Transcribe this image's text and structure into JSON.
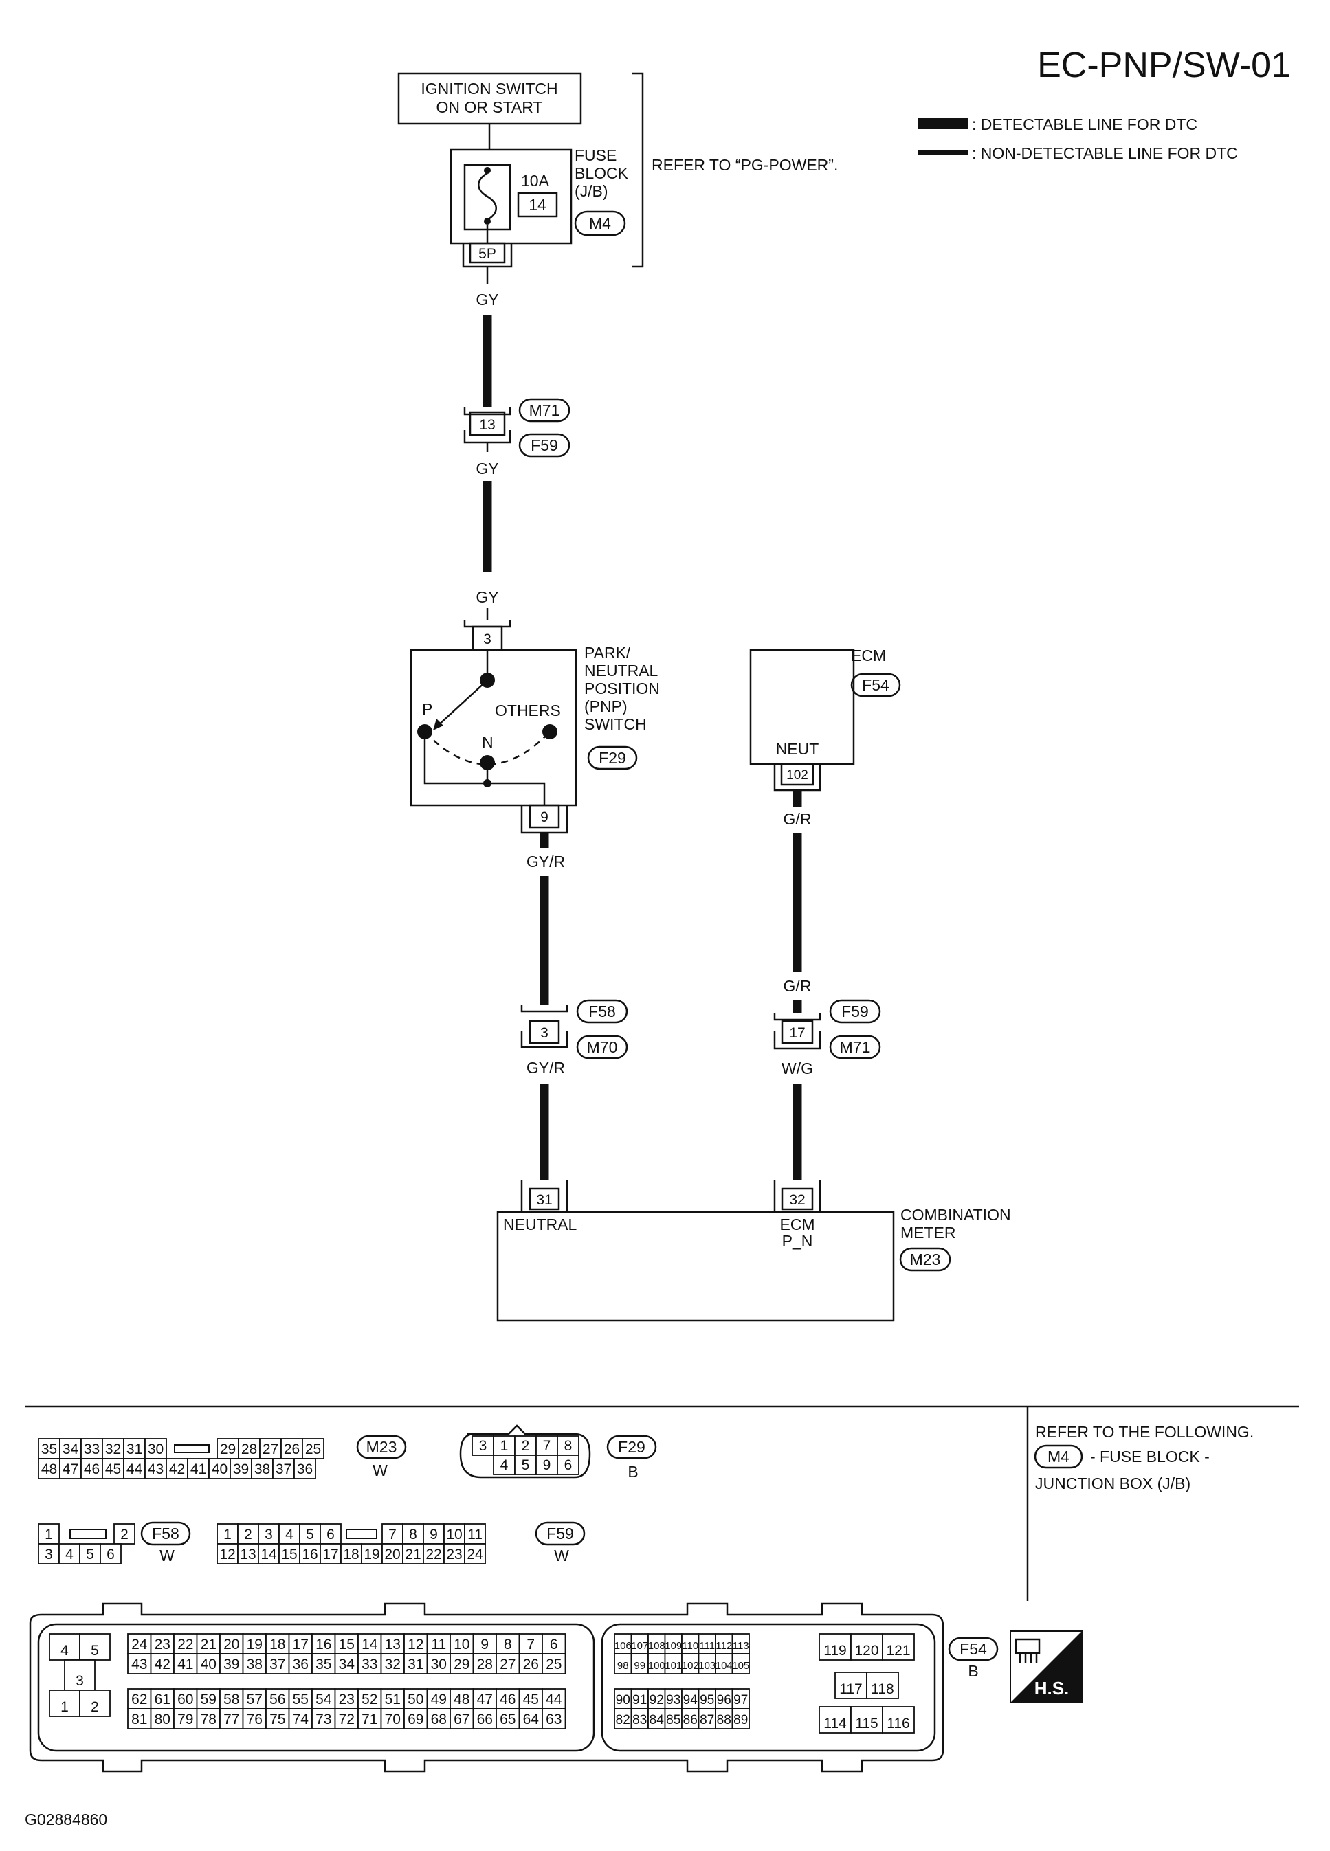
{
  "page_code": "EC-PNP/SW-01",
  "figure_id": "G02884860",
  "legend": {
    "detectable": ": DETECTABLE LINE FOR DTC",
    "non_detectable": ": NON-DETECTABLE LINE FOR DTC"
  },
  "ignition": {
    "line1": "IGNITION SWITCH",
    "line2": "ON OR START"
  },
  "fuse": {
    "l1": "FUSE",
    "l2": "BLOCK",
    "l3": "(J/B)",
    "amp": "10A",
    "number": "14",
    "connector": "M4",
    "pin": "5P",
    "refer": "REFER TO “PG-POWER”."
  },
  "wires": {
    "gy_a": "GY",
    "gy_b": "GY",
    "gy_c": "GY",
    "gyr_a": "GY/R",
    "gyr_b": "GY/R",
    "gr_a": "G/R",
    "gr_b": "G/R",
    "wg": "W/G"
  },
  "conn13": {
    "pin": "13",
    "top": "M71",
    "bottom": "F59"
  },
  "pnp": {
    "l1": "PARK/",
    "l2": "NEUTRAL",
    "l3": "POSITION",
    "l4": "(PNP)",
    "l5": "SWITCH",
    "connector": "F29",
    "pin_in": "3",
    "pin_out": "9",
    "p": "P",
    "n": "N",
    "others": "OTHERS"
  },
  "ecm": {
    "title": "ECM",
    "connector": "F54",
    "terminal": "NEUT",
    "pin": "102"
  },
  "conn3": {
    "pin": "3",
    "top": "F58",
    "bottom": "M70"
  },
  "conn17": {
    "pin": "17",
    "top": "F59",
    "bottom": "M71"
  },
  "meter": {
    "l1": "COMBINATION",
    "l2": "METER",
    "connector": "M23",
    "pin_a": "31",
    "pin_b": "32",
    "term_a": "NEUTRAL",
    "term_b1": "ECM",
    "term_b2": "P_N"
  },
  "refer_box": {
    "l1": "REFER TO THE FOLLOWING.",
    "connector": "M4",
    "l2": "- FUSE BLOCK -",
    "l3": "JUNCTION BOX (J/B)"
  },
  "connector_faces": {
    "m23": {
      "id": "M23",
      "color": "W",
      "row1a": [
        "35",
        "34",
        "33",
        "32",
        "31",
        "30"
      ],
      "row1b": [
        "29",
        "28",
        "27",
        "26",
        "25"
      ],
      "row2": [
        "48",
        "47",
        "46",
        "45",
        "44",
        "43",
        "42",
        "41",
        "40",
        "39",
        "38",
        "37",
        "36"
      ]
    },
    "f29": {
      "id": "F29",
      "color": "B",
      "row1": [
        "3",
        "1",
        "2",
        "7",
        "8"
      ],
      "row2": [
        "4",
        "5",
        "9",
        "6"
      ]
    },
    "f58": {
      "id": "F58",
      "color": "W",
      "row1a": [
        "1"
      ],
      "row1b": [
        "2"
      ],
      "row2": [
        "3",
        "4",
        "5",
        "6"
      ]
    },
    "f59": {
      "id": "F59",
      "color": "W",
      "row1a": [
        "1",
        "2",
        "3",
        "4",
        "5",
        "6"
      ],
      "row1b": [
        "7",
        "8",
        "9",
        "10",
        "11"
      ],
      "row2": [
        "12",
        "13",
        "14",
        "15",
        "16",
        "17",
        "18",
        "19",
        "20",
        "21",
        "22",
        "23",
        "24"
      ]
    },
    "f54": {
      "id": "F54",
      "color": "B",
      "left_small": [
        "4",
        "5",
        "3",
        "1",
        "2"
      ],
      "a1": [
        "24",
        "23",
        "22",
        "21",
        "20",
        "19",
        "18",
        "17",
        "16",
        "15",
        "14",
        "13",
        "12",
        "11",
        "10",
        "9",
        "8",
        "7",
        "6"
      ],
      "a2": [
        "43",
        "42",
        "41",
        "40",
        "39",
        "38",
        "37",
        "36",
        "35",
        "34",
        "33",
        "32",
        "31",
        "30",
        "29",
        "28",
        "27",
        "26",
        "25"
      ],
      "a3": [
        "62",
        "61",
        "60",
        "59",
        "58",
        "57",
        "56",
        "55",
        "54",
        "23",
        "52",
        "51",
        "50",
        "49",
        "48",
        "47",
        "46",
        "45",
        "44"
      ],
      "a4": [
        "81",
        "80",
        "79",
        "78",
        "77",
        "76",
        "75",
        "74",
        "73",
        "72",
        "71",
        "70",
        "69",
        "68",
        "67",
        "66",
        "65",
        "64",
        "63"
      ],
      "b1": [
        "106",
        "107",
        "108",
        "109",
        "110",
        "111",
        "112",
        "113"
      ],
      "b2": [
        "98",
        "99",
        "100",
        "101",
        "102",
        "103",
        "104",
        "105"
      ],
      "b3": [
        "90",
        "91",
        "92",
        "93",
        "94",
        "95",
        "96",
        "97"
      ],
      "b4": [
        "82",
        "83",
        "84",
        "85",
        "86",
        "87",
        "88",
        "89"
      ],
      "c1": [
        "119",
        "120",
        "121"
      ],
      "c2": [
        "117",
        "118"
      ],
      "c3": [
        "114",
        "115",
        "116"
      ]
    }
  },
  "hs_label": "H.S."
}
